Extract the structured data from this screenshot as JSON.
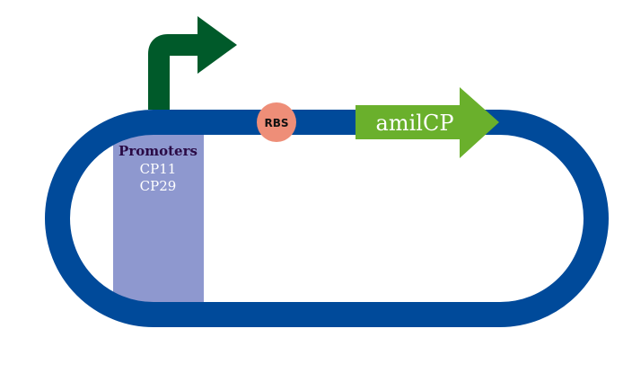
{
  "diagram": {
    "promoter_region": {
      "title": "Promoters",
      "items": [
        "CP11",
        "CP29"
      ]
    },
    "rbs": {
      "label": "RBS"
    },
    "gene": {
      "label": "amilCP"
    },
    "colors": {
      "backbone": "#004a9a",
      "promoter_box": "#8e98cf",
      "promoter_arrow": "#005a2a",
      "rbs": "#ee8e78",
      "gene": "#6ab02c",
      "promoter_title": "#2a0a45"
    },
    "icons": {
      "promoter_arrow": "bent-arrow-icon",
      "gene": "gene-arrow-icon",
      "rbs": "circle-icon"
    }
  }
}
